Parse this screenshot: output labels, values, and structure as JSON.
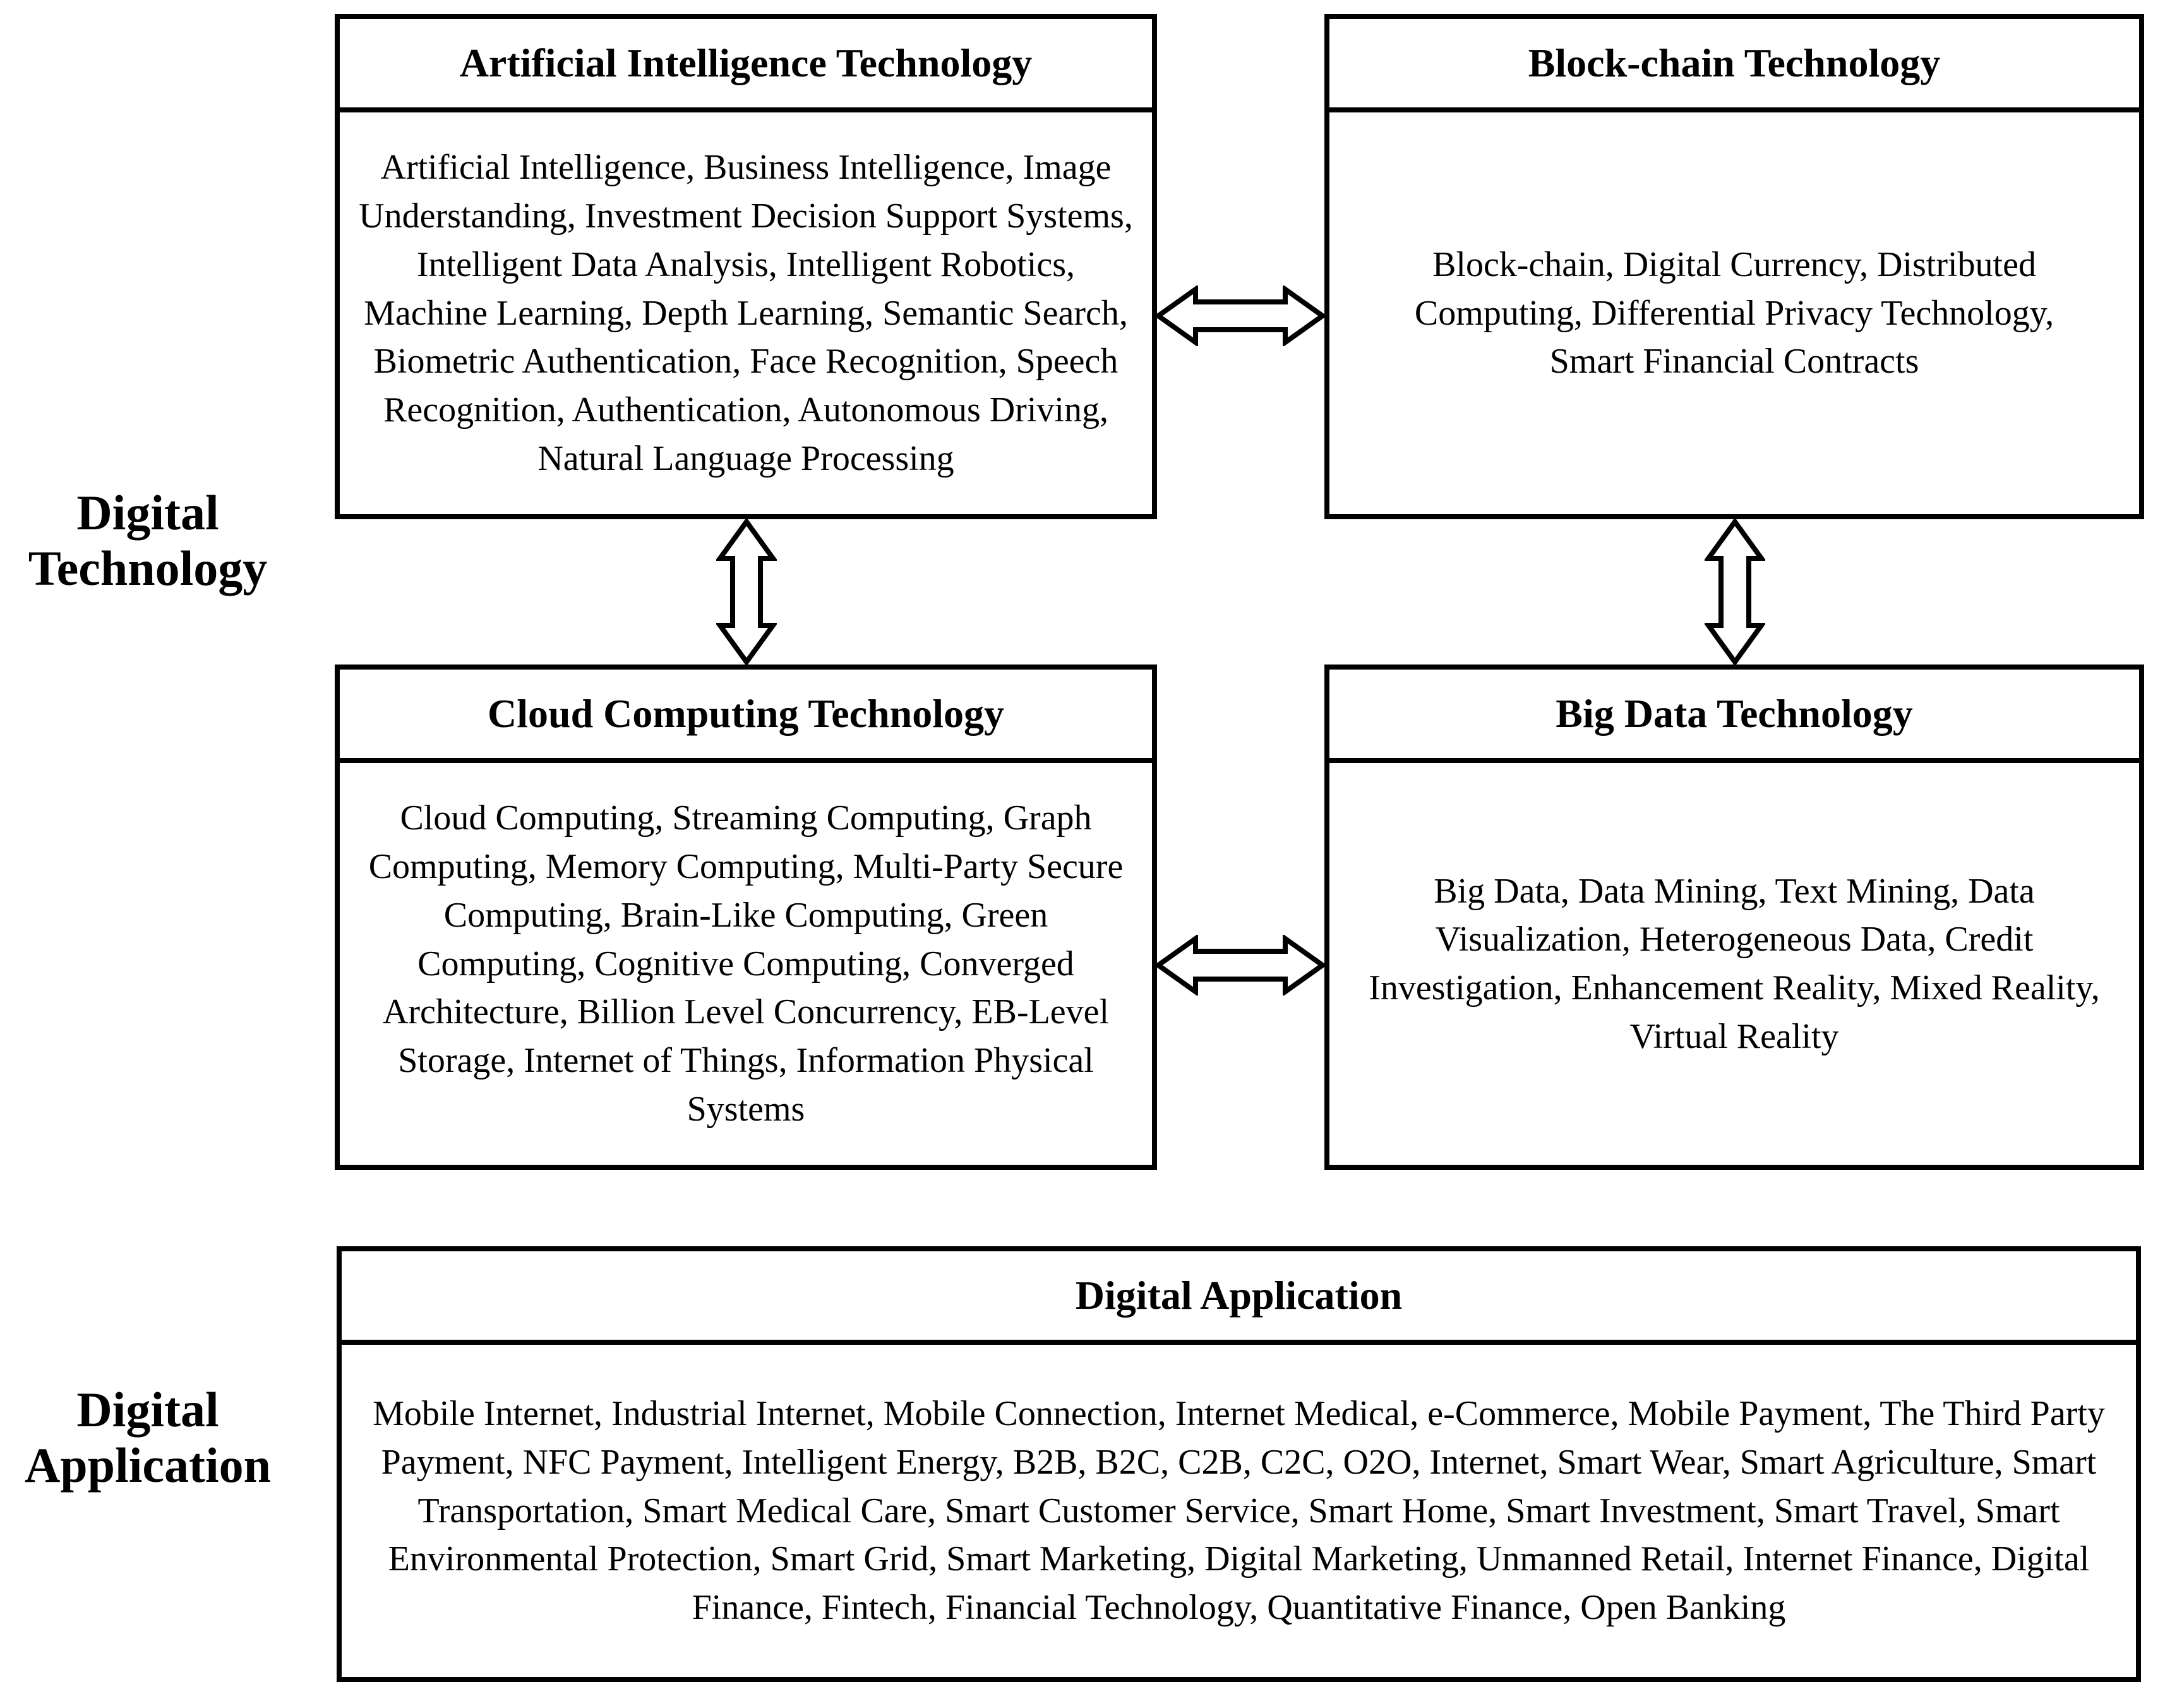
{
  "canvas": {
    "background": "#ffffff",
    "line_color": "#000000"
  },
  "side_labels": [
    {
      "id": "digital-technology",
      "text": "Digital Technology"
    },
    {
      "id": "digital-application",
      "text": "Digital Application"
    }
  ],
  "boxes": [
    {
      "id": "artificial-intelligence",
      "title": "Artificial Intelligence Technology",
      "body": "Artificial Intelligence, Business Intelligence, Image Understanding, Investment Decision Support Systems, Intelligent Data Analysis, Intelligent Robotics, Machine Learning, Depth Learning, Semantic Search, Biometric Authentication, Face Recognition, Speech Recognition, Authentication, Autonomous Driving, Natural Language Processing"
    },
    {
      "id": "block-chain",
      "title": "Block-chain Technology",
      "body": "Block-chain, Digital Currency, Distributed Computing, Differential Privacy Technology, Smart Financial Contracts"
    },
    {
      "id": "cloud-computing",
      "title": "Cloud Computing Technology",
      "body": "Cloud Computing, Streaming Computing, Graph Computing, Memory Computing, Multi-Party Secure Computing, Brain-Like Computing, Green Computing, Cognitive Computing, Converged Architecture, Billion Level Concurrency, EB-Level Storage, Internet of Things, Information Physical Systems"
    },
    {
      "id": "big-data",
      "title": "Big Data Technology",
      "body": "Big Data, Data Mining, Text Mining, Data Visualization, Heterogeneous Data, Credit Investigation, Enhancement Reality, Mixed Reality, Virtual Reality"
    },
    {
      "id": "digital-application",
      "title": "Digital Application",
      "body": "Mobile Internet, Industrial Internet, Mobile Connection, Internet Medical, e-Commerce, Mobile Payment, The Third Party Payment, NFC Payment, Intelligent Energy, B2B, B2C, C2B, C2C, O2O, Internet, Smart Wear, Smart Agriculture, Smart Transportation, Smart Medical Care, Smart Customer Service, Smart Home, Smart Investment, Smart Travel, Smart Environmental Protection, Smart Grid, Smart Marketing, Digital Marketing, Unmanned Retail, Internet Finance, Digital Finance, Fintech, Financial Technology, Quantitative Finance, Open Banking"
    }
  ],
  "connectors": [
    {
      "id": "arrow-ai-blockchain",
      "type": "double-arrow-horizontal"
    },
    {
      "id": "arrow-cloud-bigdata",
      "type": "double-arrow-horizontal"
    },
    {
      "id": "arrow-ai-cloud",
      "type": "double-arrow-vertical"
    },
    {
      "id": "arrow-blockchain-bigdata",
      "type": "double-arrow-vertical"
    }
  ]
}
